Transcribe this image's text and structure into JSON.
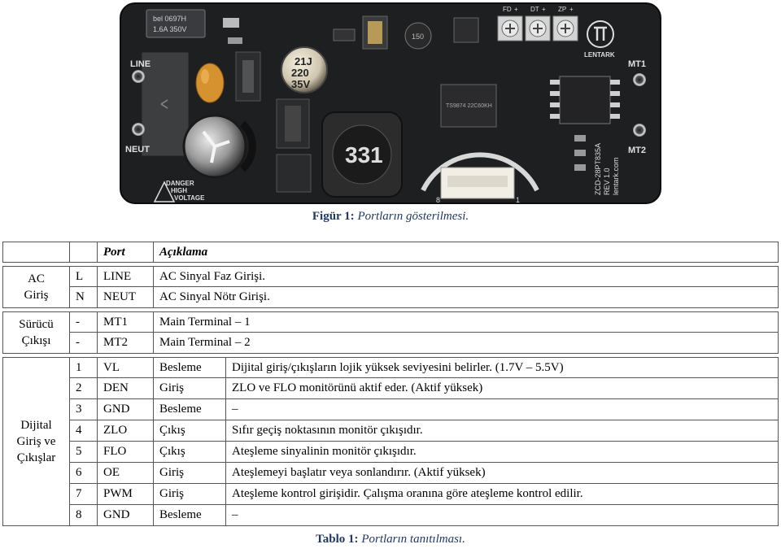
{
  "figure": {
    "caption_lead": "Figür 1:",
    "caption_rest": "Portların gösterilmesi.",
    "board": {
      "labels": {
        "line": "LINE",
        "neut": "NEUT",
        "mt1": "MT1",
        "mt2": "MT2",
        "fd": "FD",
        "dt": "DT",
        "zp": "ZP",
        "plus": "+",
        "logo": "LENTARK",
        "fuse_line1": "bel  0697H",
        "fuse_line2": "1.6A  350V",
        "cap_line1": "21J",
        "cap_line2": "220",
        "cap_line3": "35V",
        "inductor": "331",
        "warn_line1": "DANGER",
        "warn_line2": "HIGH",
        "warn_line3": "VOLTAGE",
        "model_line1": "ZCD-28PT835A",
        "model_line2": "REV 1.0",
        "model_line3": "lentark.com",
        "chip_text": "TS9874 22C60KH",
        "pin8": "8",
        "pin1": "1",
        "ic_text": "150"
      }
    }
  },
  "table": {
    "headers": [
      "",
      "",
      "Port",
      "Açıklama"
    ],
    "groups": [
      {
        "name": "AC Giriş",
        "rows": [
          {
            "pin": "L",
            "port": "LINE",
            "desc": "AC Sinyal Faz Girişi."
          },
          {
            "pin": "N",
            "port": "NEUT",
            "desc": "AC Sinyal Nötr Girişi."
          }
        ]
      },
      {
        "name": "Sürücü Çıkışı",
        "rows": [
          {
            "pin": "-",
            "port": "MT1",
            "desc": "Main Terminal – 1"
          },
          {
            "pin": "-",
            "port": "MT2",
            "desc": "Main Terminal – 2"
          }
        ]
      },
      {
        "name": "Dijital Giriş ve Çıkışlar",
        "rows": [
          {
            "pin": "1",
            "port": "VL",
            "type": "Besleme",
            "desc": "Dijital giriş/çıkışların lojik yüksek seviyesini belirler. (1.7V – 5.5V)"
          },
          {
            "pin": "2",
            "port": "DEN",
            "type": "Giriş",
            "desc": "ZLO ve FLO monitörünü aktif eder. (Aktif yüksek)"
          },
          {
            "pin": "3",
            "port": "GND",
            "type": "Besleme",
            "desc": "–"
          },
          {
            "pin": "4",
            "port": "ZLO",
            "type": "Çıkış",
            "desc": "Sıfır geçiş noktasının monitör çıkışıdır."
          },
          {
            "pin": "5",
            "port": "FLO",
            "type": "Çıkış",
            "desc": "Ateşleme sinyalinin monitör çıkışıdır."
          },
          {
            "pin": "6",
            "port": "OE",
            "type": "Giriş",
            "desc": "Ateşlemeyi başlatır veya sonlandırır. (Aktif yüksek)"
          },
          {
            "pin": "7",
            "port": "PWM",
            "type": "Giriş",
            "desc": "Ateşleme kontrol girişidir. Çalışma oranına göre ateşleme kontrol edilir."
          },
          {
            "pin": "8",
            "port": "GND",
            "type": "Besleme",
            "desc": "–"
          }
        ]
      }
    ],
    "caption_lead": "Tablo 1:",
    "caption_rest": "Portların tanıtılması."
  }
}
